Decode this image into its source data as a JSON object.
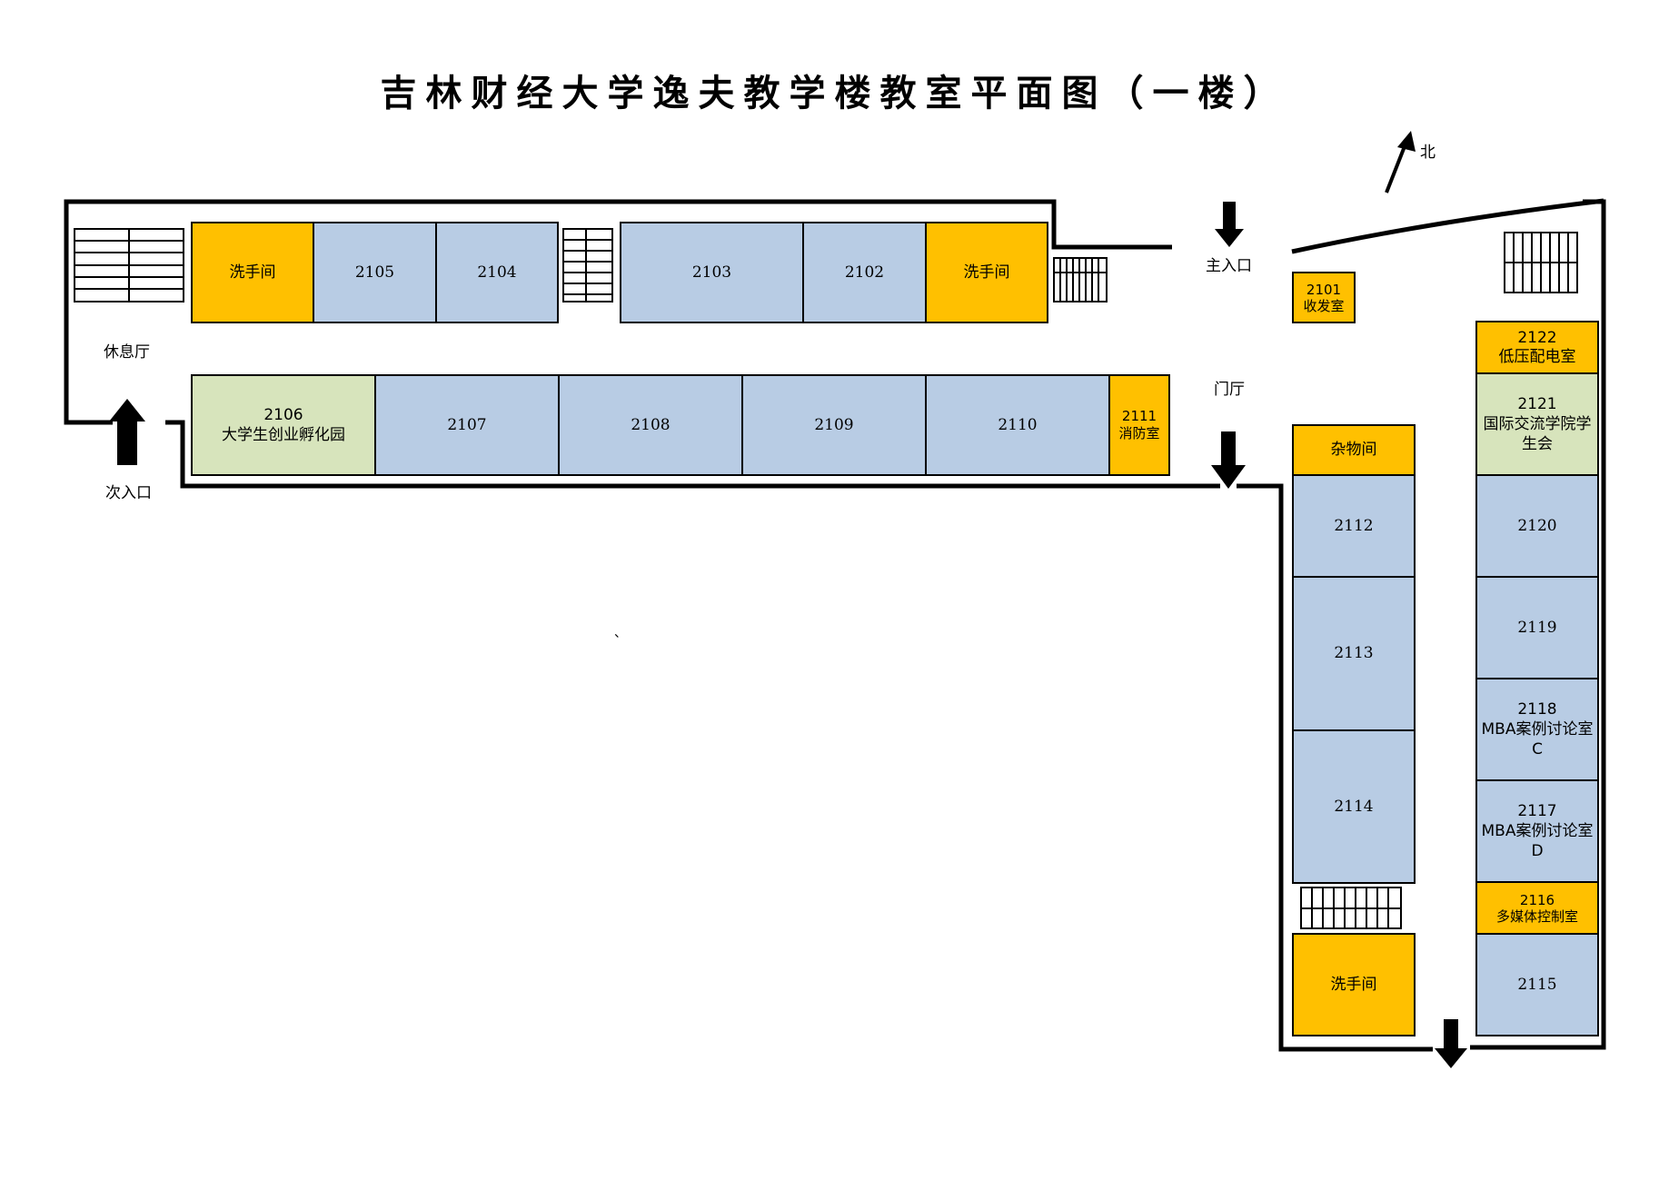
{
  "title": "吉林财经大学逸夫教学楼教室平面图（一楼）",
  "colors": {
    "classroom": "#b8cce4",
    "service": "#ffc000",
    "special": "#d7e4bc"
  },
  "labels": {
    "north": "北",
    "main_entrance": "主入口",
    "secondary_entrance": "次入口",
    "lounge": "休息厅",
    "lobby": "门厅",
    "tick": "、"
  },
  "rooms": {
    "r2105": "2105",
    "r2104": "2104",
    "r2103": "2103",
    "r2102": "2102",
    "restroom_a": "洗手间",
    "restroom_b": "洗手间",
    "restroom_c": "洗手间",
    "r2106_num": "2106",
    "r2106_name": "大学生创业孵化园",
    "r2107": "2107",
    "r2108": "2108",
    "r2109": "2109",
    "r2110": "2110",
    "r2111_num": "2111",
    "r2111_name": "消防室",
    "r2101_num": "2101",
    "r2101_name": "收发室",
    "storage": "杂物间",
    "r2112": "2112",
    "r2113": "2113",
    "r2114": "2114",
    "r2122_num": "2122",
    "r2122_name": "低压配电室",
    "r2121_num": "2121",
    "r2121_name": "国际交流学院学生会",
    "r2120": "2120",
    "r2119": "2119",
    "r2118_num": "2118",
    "r2118_name": "MBA案例讨论室C",
    "r2117_num": "2117",
    "r2117_name": "MBA案例讨论室D",
    "r2116_num": "2116",
    "r2116_name": "多媒体控制室",
    "r2115": "2115"
  }
}
